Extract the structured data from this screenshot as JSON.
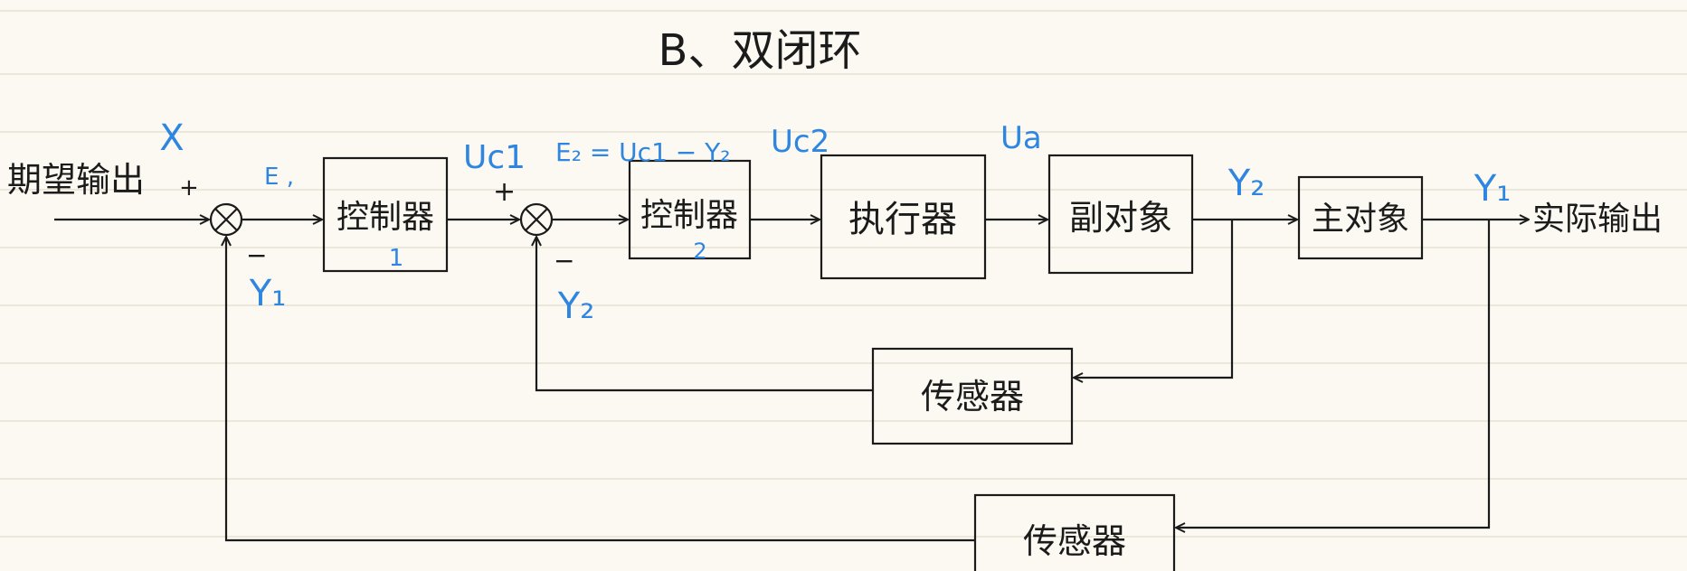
{
  "title": "B、双闭环",
  "input_label": "期望输出",
  "output_label": "实际输出",
  "blocks": {
    "controller1": "控制器",
    "controller2": "控制器",
    "actuator": "执行器",
    "secondary_plant": "副对象",
    "primary_plant": "主对象",
    "inner_sensor": "传感器",
    "outer_sensor": "传感器"
  },
  "block_numbers": {
    "controller1": "1",
    "controller2": "2"
  },
  "signs": {
    "sum1_plus": "+",
    "sum1_minus": "−",
    "sum2_plus": "+",
    "sum2_minus": "−"
  },
  "signals": {
    "x": "X",
    "e1": "E ,",
    "y1_feedback": "Y₁",
    "uc1": "Uc1",
    "e2": "E₂ = Uc1 − Y₂",
    "y2_feedback": "Y₂",
    "uc2": "Uc2",
    "ua": "Ua",
    "y2": "Y₂",
    "y1": "Y₁"
  },
  "colors": {
    "ink": "#1b1b1b",
    "annotation": "#2f86e0",
    "paper": "#fbf9f1"
  }
}
